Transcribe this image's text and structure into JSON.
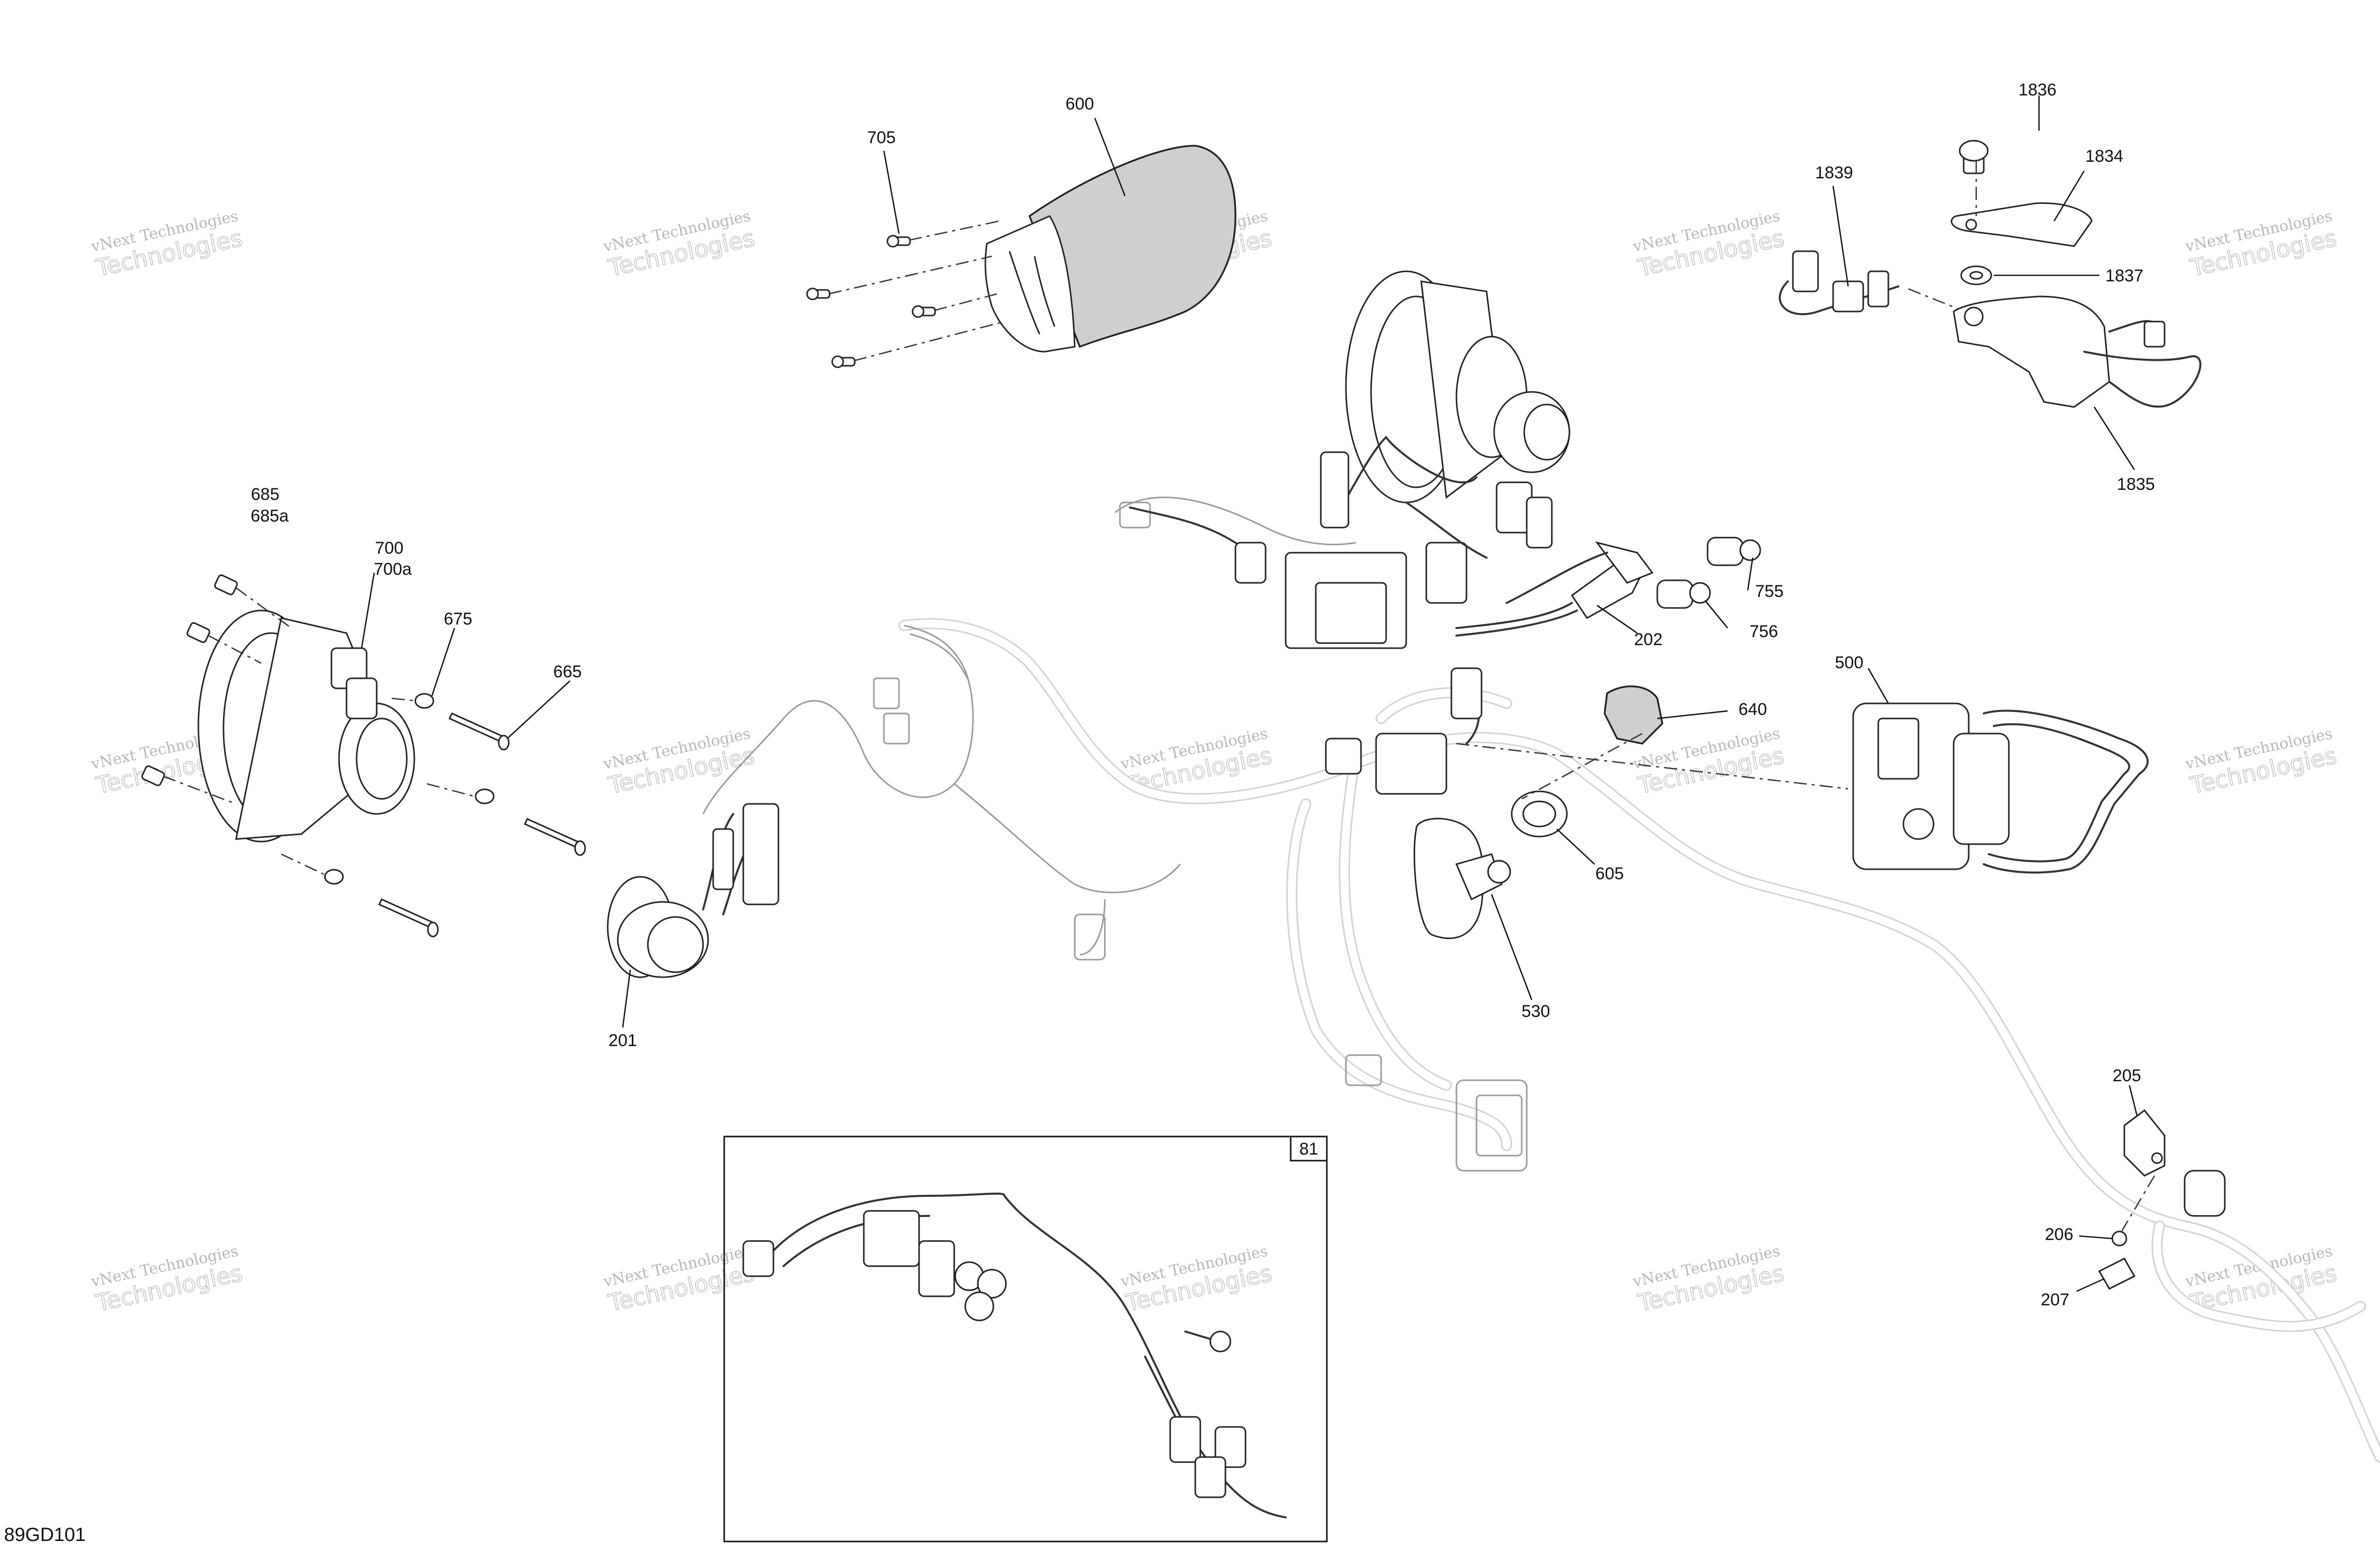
{
  "diagram_code": "89GD101",
  "watermark": {
    "line1": "vNext Technologies",
    "line2": "Technologies",
    "line2b": "vNext"
  },
  "inset": {
    "label": "81"
  },
  "callouts": [
    {
      "id": "c600",
      "text": "600"
    },
    {
      "id": "c705",
      "text": "705"
    },
    {
      "id": "c1836",
      "text": "1836"
    },
    {
      "id": "c1834",
      "text": "1834"
    },
    {
      "id": "c1839",
      "text": "1839"
    },
    {
      "id": "c1837",
      "text": "1837"
    },
    {
      "id": "c1835",
      "text": "1835"
    },
    {
      "id": "c685",
      "text": "685"
    },
    {
      "id": "c685a",
      "text": "685a"
    },
    {
      "id": "c700",
      "text": "700"
    },
    {
      "id": "c700a",
      "text": "700a"
    },
    {
      "id": "c675",
      "text": "675"
    },
    {
      "id": "c665",
      "text": "665"
    },
    {
      "id": "c755",
      "text": "755"
    },
    {
      "id": "c756",
      "text": "756"
    },
    {
      "id": "c202",
      "text": "202"
    },
    {
      "id": "c500",
      "text": "500"
    },
    {
      "id": "c640",
      "text": "640"
    },
    {
      "id": "c605",
      "text": "605"
    },
    {
      "id": "c530",
      "text": "530"
    },
    {
      "id": "c201",
      "text": "201"
    },
    {
      "id": "c205",
      "text": "205"
    },
    {
      "id": "c206",
      "text": "206"
    },
    {
      "id": "c207",
      "text": "207"
    }
  ]
}
